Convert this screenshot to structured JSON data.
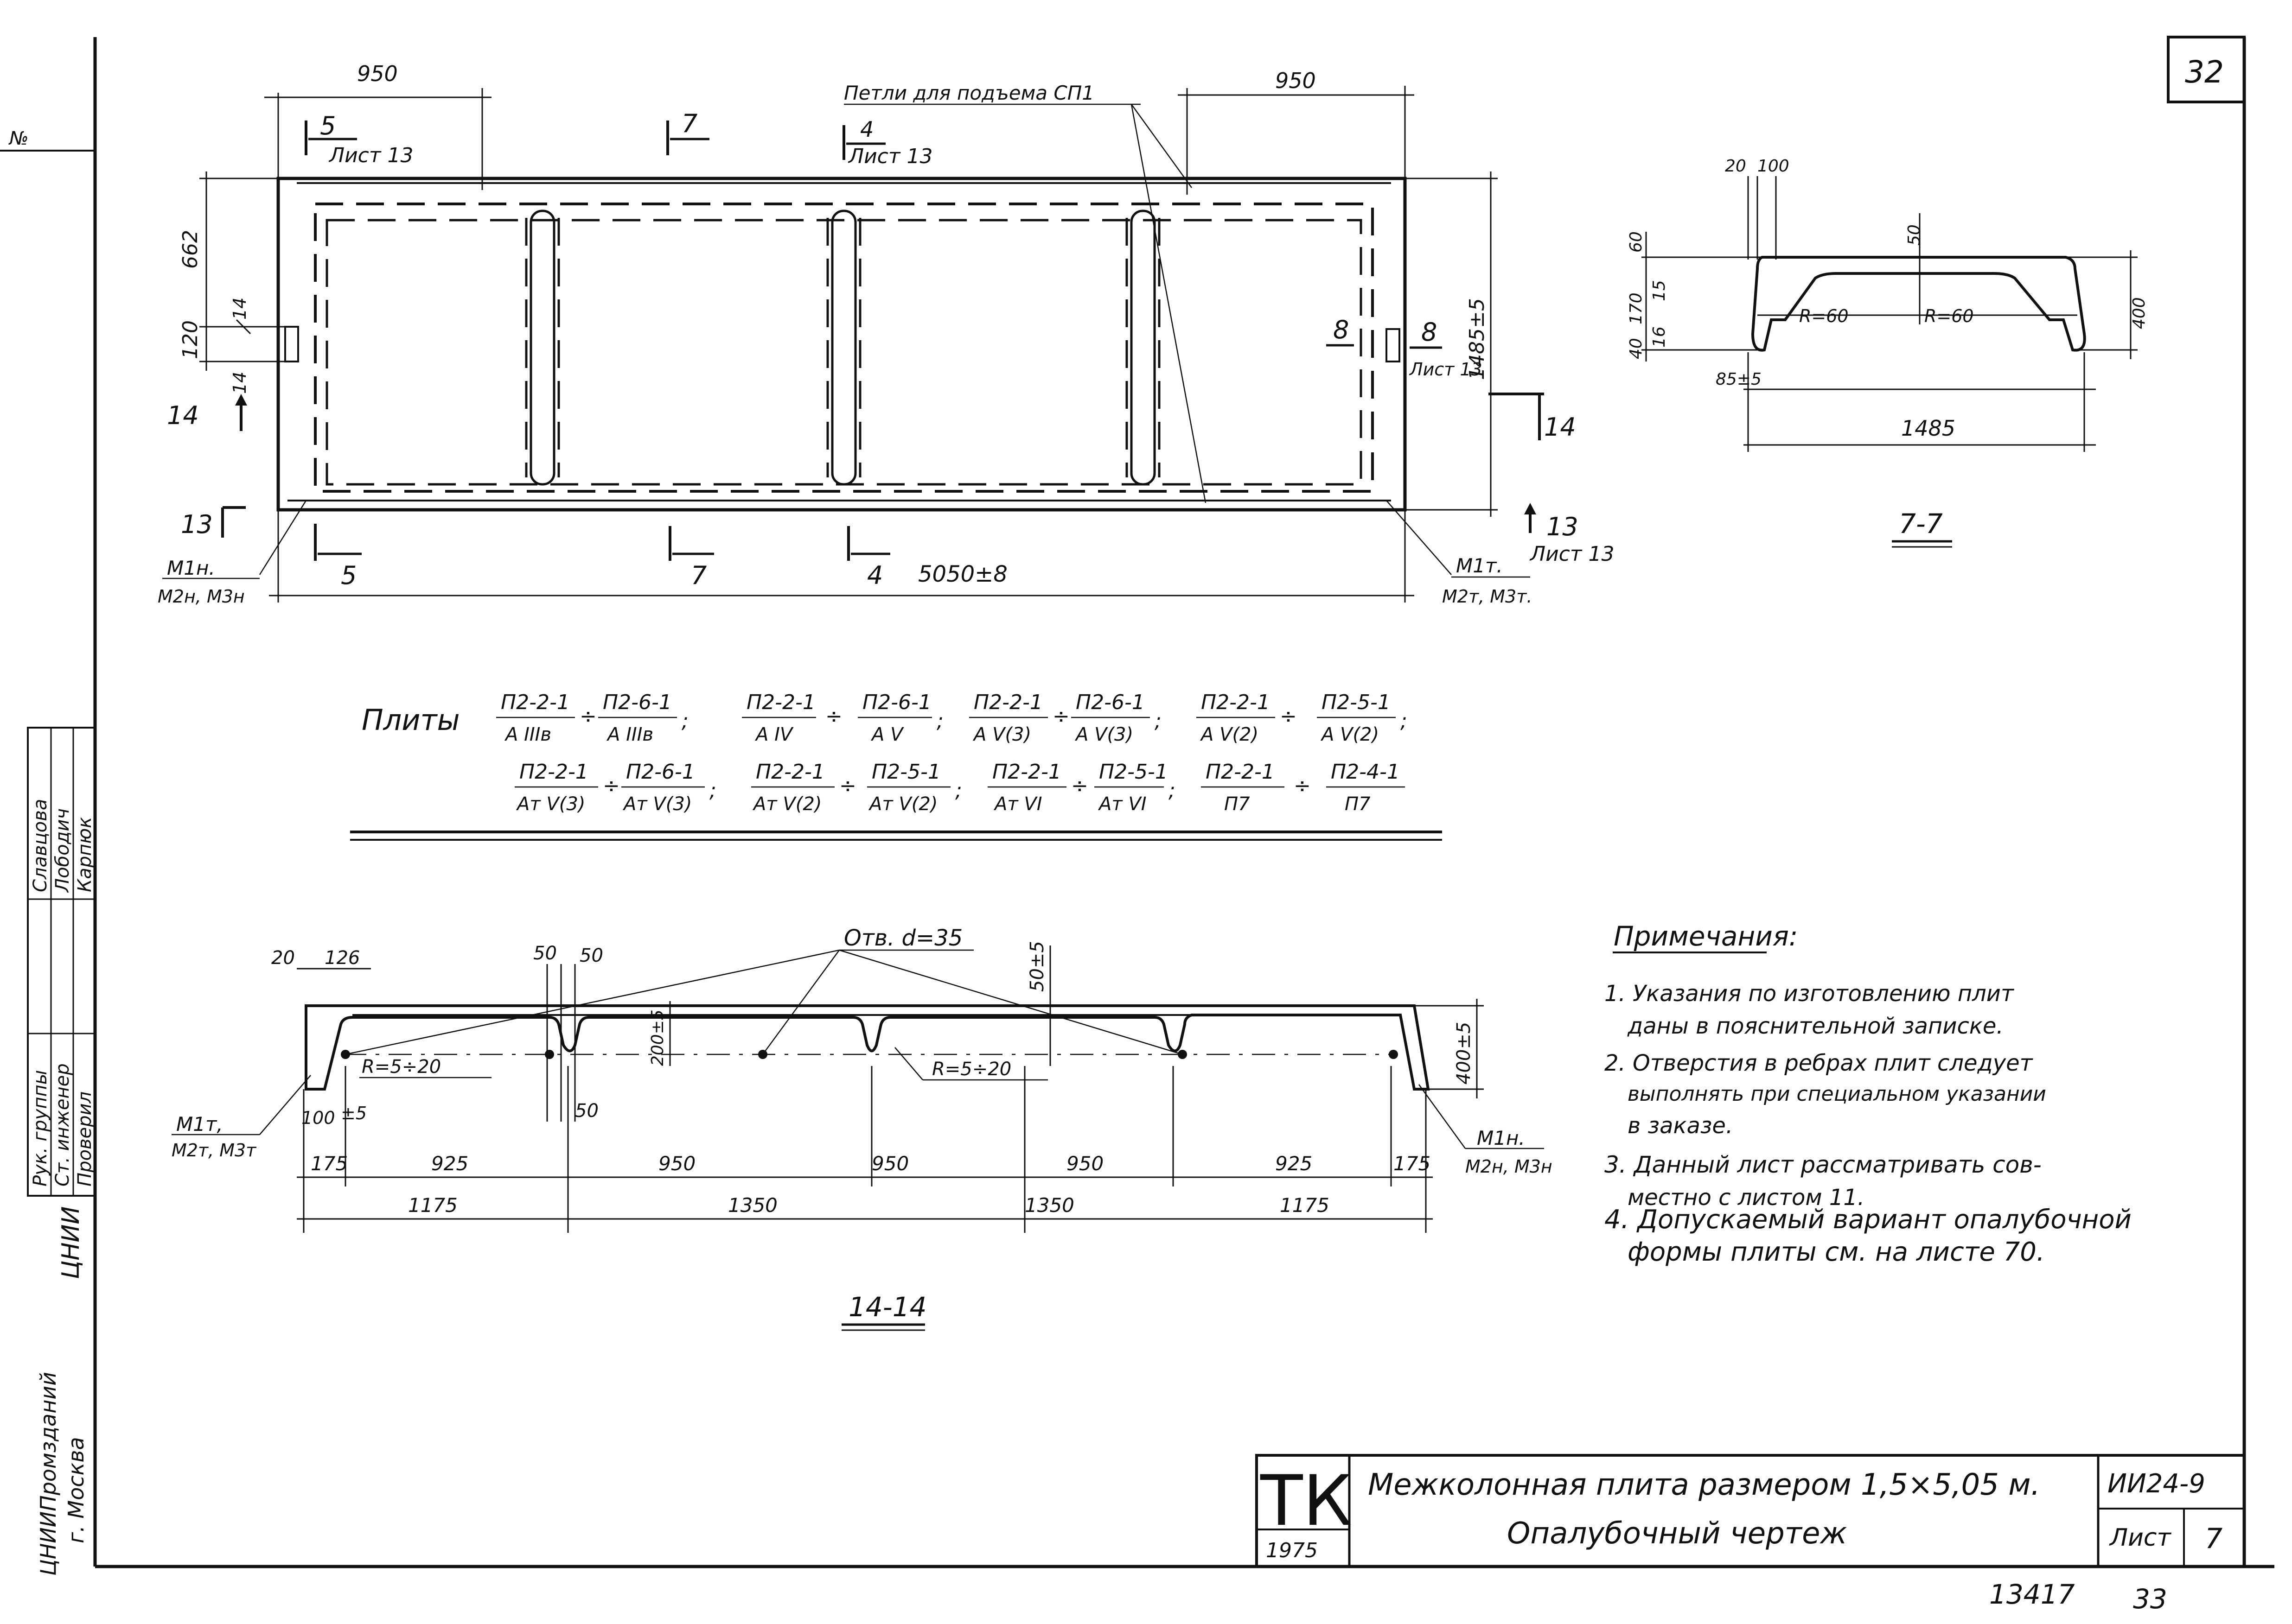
{
  "sheet_number": "32",
  "left_strip": {
    "no_label": "№",
    "rows": [
      {
        "role": "Рук. группы",
        "name": "Славцова"
      },
      {
        "role": "Ст. инженер",
        "name": "Лободич"
      },
      {
        "role": "Проверил",
        "name": "Карпюк"
      }
    ],
    "org_mark": "ЦНИИ",
    "org_line": "ЦНИИПромзданий",
    "city": "г. Москва"
  },
  "plan": {
    "dim_left_950": "950",
    "dim_right_950": "950",
    "loops_label": "Петли для подъема СП1",
    "cut_5_top": "5",
    "cut_5_sheet": "Лист 13",
    "cut_7_top": "7",
    "cut_4_top": "4",
    "cut_4_sheet": "Лист 13",
    "dim_662": "662",
    "dim_120": "120",
    "dim_14_a": "14",
    "dim_14_b": "14",
    "cut_14_left": "14",
    "cut_14_right": "14",
    "cut_13_left": "13",
    "cut_13_right": "13",
    "cut_13_sheet": "Лист 13",
    "cut_8_label": "8",
    "cut_8_ref": "8",
    "cut_8_sheet": "Лист 13",
    "dim_1485": "1485±5",
    "cut_5_bottom": "5",
    "cut_7_bottom": "7",
    "cut_4_bottom": "4",
    "dim_5050": "5050±8",
    "m1n": "М1н.",
    "m2n_m3n": "М2н, М3н",
    "m1t": "М1т.",
    "m2t_m3t": "М2т, М3т."
  },
  "section_77": {
    "title": "7-7",
    "d20": "20",
    "d100": "100",
    "d50": "50",
    "d60": "60",
    "d15": "15",
    "d170": "170",
    "d16": "16",
    "d40": "40",
    "r60a": "R=60",
    "r60b": "R=60",
    "d400": "400",
    "d85": "85±5",
    "d1485": "1485"
  },
  "plates": {
    "prefix": "Плиты",
    "row1": [
      {
        "num": "П2-2-1",
        "den": "А IIIв"
      },
      {
        "num": "П2-6-1",
        "den": "А IIIв"
      },
      {
        "num": "П2-2-1",
        "den": "А IV"
      },
      {
        "num": "П2-6-1",
        "den": "А V"
      },
      {
        "num": "П2-2-1",
        "den": "А V(3)"
      },
      {
        "num": "П2-6-1",
        "den": "А V(3)"
      },
      {
        "num": "П2-2-1",
        "den": "А V(2)"
      },
      {
        "num": "П2-5-1",
        "den": "А V(2)"
      }
    ],
    "row2": [
      {
        "num": "П2-2-1",
        "den": "Ат V(3)"
      },
      {
        "num": "П2-6-1",
        "den": "Ат V(3)"
      },
      {
        "num": "П2-2-1",
        "den": "Ат V(2)"
      },
      {
        "num": "П2-5-1",
        "den": "Ат V(2)"
      },
      {
        "num": "П2-2-1",
        "den": "Ат VI"
      },
      {
        "num": "П2-5-1",
        "den": "Ат VI"
      },
      {
        "num": "П2-2-1",
        "den": "П7"
      },
      {
        "num": "П2-4-1",
        "den": "П7"
      }
    ]
  },
  "section_1414": {
    "title": "14-14",
    "d20": "20",
    "d126": "126",
    "d50a": "50",
    "d50b": "50",
    "d50c": "50",
    "holes": "Отв. d=35",
    "d50pm5": "50±5",
    "d200": "200±5",
    "d400": "400±5",
    "r_left": "R=5÷20",
    "r_right": "R=5÷20",
    "d100": "100",
    "d5": "±5",
    "m1t": "М1т,",
    "m2t_m3t": "М2т, М3т",
    "m1n": "М1н.",
    "m2n_m3n": "М2н, М3н",
    "row1": [
      "175",
      "925",
      "950",
      "950",
      "950",
      "925",
      "175"
    ],
    "row2": [
      "1175",
      "1350",
      "1350",
      "1175"
    ]
  },
  "notes": {
    "title": "Примечания:",
    "items": [
      "1. Указания по изготовлению плит",
      "даны в пояснительной записке.",
      "2. Отверстия в ребрах плит следует",
      "выполнять при специальном указании",
      "в заказе.",
      "3. Данный лист рассматривать сов-",
      "местно с листом 11.",
      "4. Допускаемый вариант опалубочной",
      "формы плиты см. на листе 70."
    ]
  },
  "title_block": {
    "logo": "ТК",
    "year": "1975",
    "title_line1": "Межколонная плита размером 1,5×5,05 м.",
    "title_line2": "Опалубочный чертеж",
    "series": "ИИ24-9",
    "sheet_label": "Лист",
    "sheet_value": "7"
  },
  "footer": {
    "archive": "13417",
    "page": "33"
  }
}
